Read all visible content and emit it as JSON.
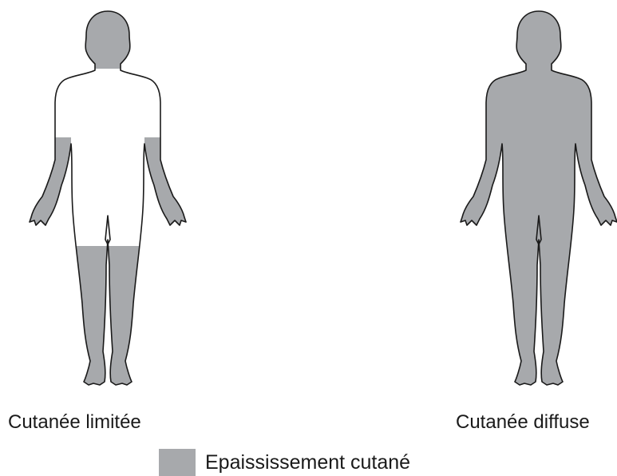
{
  "figures": [
    {
      "id": "limited",
      "caption": "Cutanée limitée",
      "affected_regions": [
        "face",
        "neck",
        "forearms",
        "hands",
        "lower-legs",
        "feet"
      ]
    },
    {
      "id": "diffuse",
      "caption": "Cutanée diffuse",
      "affected_regions": [
        "whole-body"
      ]
    }
  ],
  "legend": {
    "label": "Epaississement cutané",
    "color": "#a7a9ac"
  },
  "colors": {
    "fill": "#a7a9ac",
    "outline": "#1a1a1a",
    "background": "#ffffff"
  }
}
